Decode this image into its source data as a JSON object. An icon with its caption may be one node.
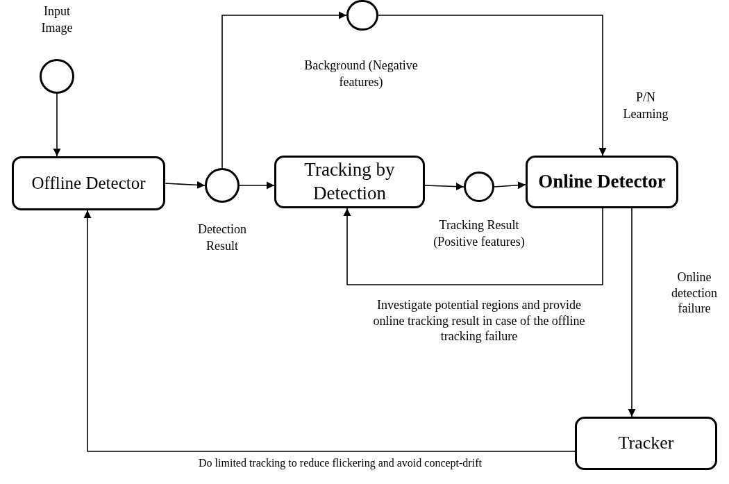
{
  "diagram": {
    "nodes": [
      {
        "text": [],
        "shape": "circle",
        "beside": [
          "Input Image"
        ]
      },
      {
        "text": [
          "Offline Detector"
        ]
      },
      {
        "text": [],
        "shape": "circle",
        "beside": [
          "Detection Result"
        ]
      },
      {
        "text": [
          "Tracking by Detection"
        ]
      },
      {
        "text": [],
        "shape": "circle",
        "beside": [
          "Background (Negative features)"
        ]
      },
      {
        "text": [],
        "shape": "circle",
        "beside": [
          "Tracking Result (Positive features)"
        ]
      },
      {
        "text": [
          "Online Detector"
        ]
      },
      {
        "text": [
          "Tracker"
        ]
      }
    ],
    "edges": [
      {
        "from": 0,
        "to": 1,
        "arrow": "to"
      },
      {
        "from": 1,
        "to": 2,
        "arrow": "to"
      },
      {
        "from": 2,
        "to": 3,
        "arrow": "to"
      },
      {
        "from": 2,
        "to": 4,
        "arrow": "to"
      },
      {
        "from": 4,
        "to": 6,
        "arrow": "to"
      },
      {
        "from": 3,
        "to": 5,
        "arrow": "to"
      },
      {
        "from": 5,
        "to": 6,
        "arrow": "to"
      },
      {
        "from": 6,
        "to": 3,
        "arrow": "to",
        "label": "Investigate potential regions and provide online tracking result in case of the offline tracking failure"
      },
      {
        "from": 6,
        "to": 7,
        "arrow": "to",
        "label": "Online detection failure"
      },
      {
        "from": 7,
        "to": 1,
        "arrow": "to",
        "label": "Do limited tracking to reduce flickering and avoid concept-drift"
      }
    ],
    "labels": [
      "P/N Learning"
    ]
  }
}
